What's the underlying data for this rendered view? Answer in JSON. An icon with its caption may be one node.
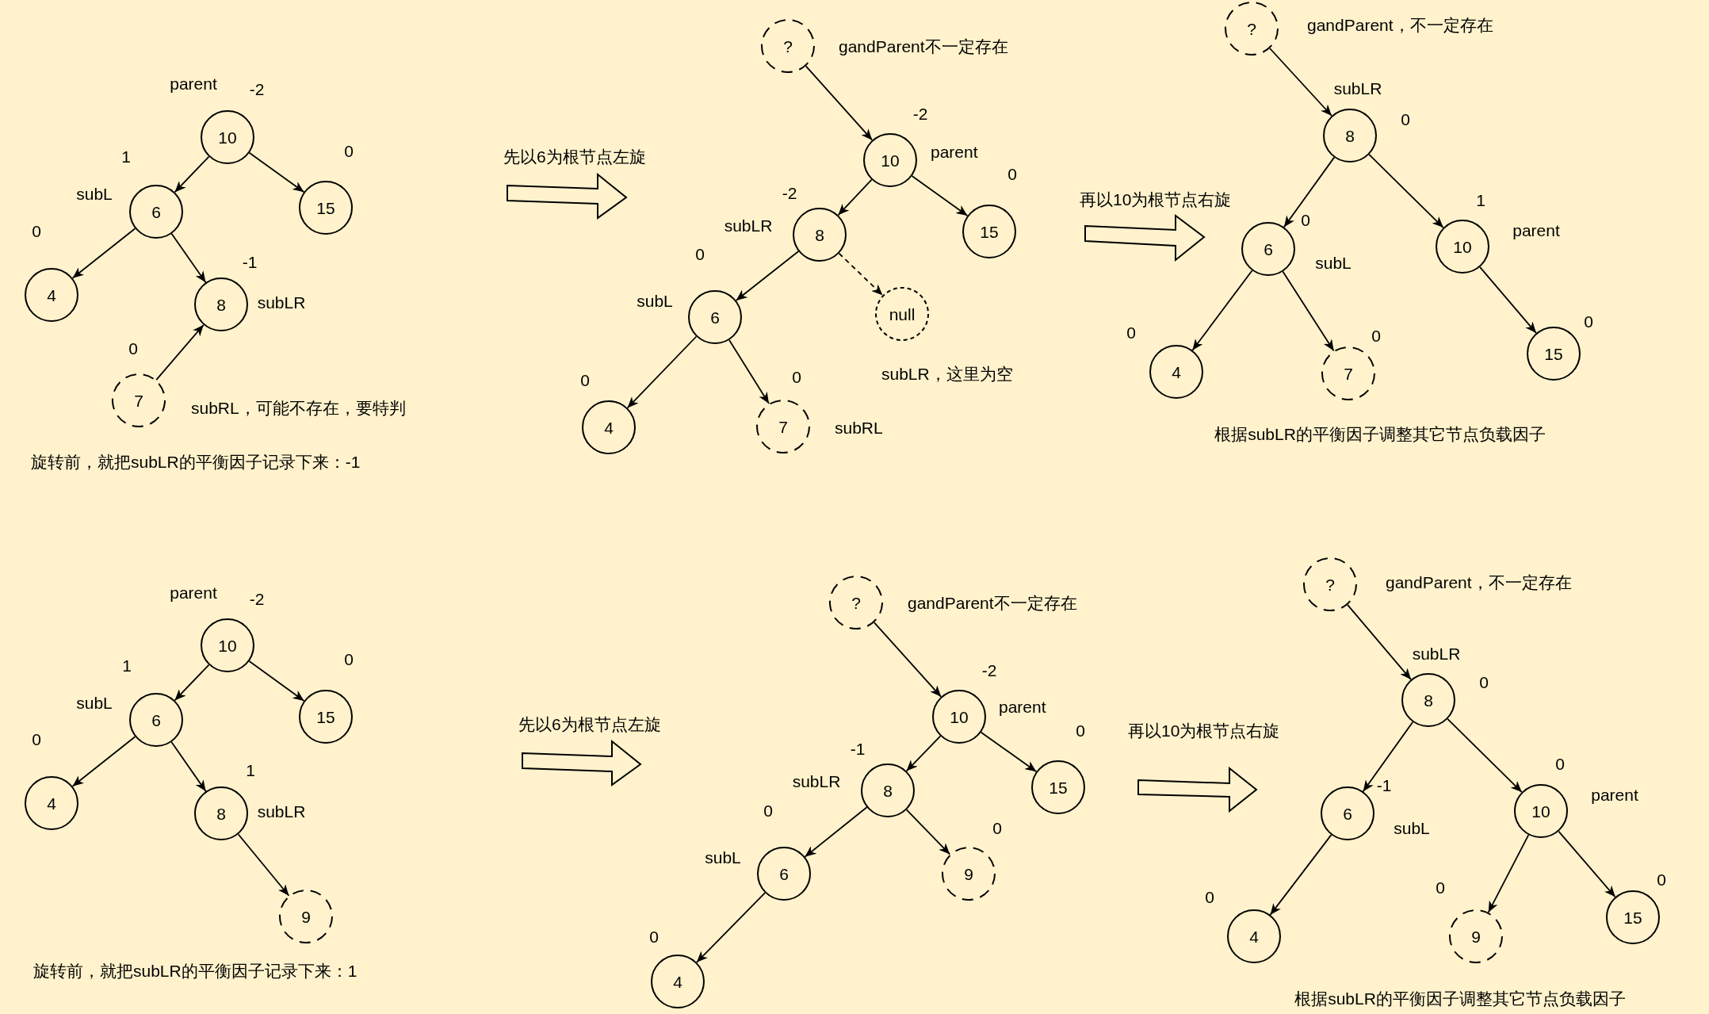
{
  "diagram": {
    "nodes": [
      {
        "text": [
          "10"
        ],
        "beside": [
          "parent",
          "-2"
        ]
      },
      {
        "text": [
          "6"
        ],
        "beside": [
          "1",
          "subL"
        ]
      },
      {
        "text": [
          "15"
        ],
        "beside": [
          "0"
        ]
      },
      {
        "text": [
          "4"
        ],
        "beside": [
          "0"
        ]
      },
      {
        "text": [
          "8"
        ],
        "beside": [
          "-1",
          "subLR"
        ]
      },
      {
        "text": [
          "7"
        ],
        "beside": [
          "0",
          "subRL，可能不存在，要特判"
        ]
      },
      {
        "text": [
          "?"
        ],
        "beside": [
          "gandParent不一定存在"
        ]
      },
      {
        "text": [
          "10"
        ],
        "beside": [
          "-2",
          "parent"
        ]
      },
      {
        "text": [
          "8"
        ],
        "beside": [
          "-2",
          "subLR"
        ]
      },
      {
        "text": [
          "15"
        ],
        "beside": [
          "0"
        ]
      },
      {
        "text": [
          "6"
        ],
        "beside": [
          "0",
          "subL"
        ]
      },
      {
        "text": [
          "null"
        ],
        "beside": [
          "subLR，这里为空"
        ]
      },
      {
        "text": [
          "4"
        ],
        "beside": [
          "0"
        ]
      },
      {
        "text": [
          "7"
        ],
        "beside": [
          "0",
          "subRL"
        ]
      },
      {
        "text": [
          "?"
        ],
        "beside": [
          "gandParent，不一定存在"
        ]
      },
      {
        "text": [
          "8"
        ],
        "beside": [
          "subLR",
          "0"
        ]
      },
      {
        "text": [
          "6"
        ],
        "beside": [
          "0",
          "subL"
        ]
      },
      {
        "text": [
          "10"
        ],
        "beside": [
          "1",
          "parent"
        ]
      },
      {
        "text": [
          "4"
        ],
        "beside": [
          "0"
        ]
      },
      {
        "text": [
          "7"
        ],
        "beside": [
          "0"
        ]
      },
      {
        "text": [
          "15"
        ],
        "beside": [
          "0"
        ]
      },
      {
        "text": [
          "10"
        ],
        "beside": [
          "parent",
          "-2"
        ]
      },
      {
        "text": [
          "6"
        ],
        "beside": [
          "1",
          "subL"
        ]
      },
      {
        "text": [
          "15"
        ],
        "beside": [
          "0"
        ]
      },
      {
        "text": [
          "4"
        ],
        "beside": [
          "0"
        ]
      },
      {
        "text": [
          "8"
        ],
        "beside": [
          "1",
          "subLR"
        ]
      },
      {
        "text": [
          "9"
        ]
      },
      {
        "text": [
          "?"
        ],
        "beside": [
          "gandParent不一定存在"
        ]
      },
      {
        "text": [
          "10"
        ],
        "beside": [
          "-2",
          "parent"
        ]
      },
      {
        "text": [
          "8"
        ],
        "beside": [
          "-1",
          "subLR"
        ]
      },
      {
        "text": [
          "15"
        ],
        "beside": [
          "0"
        ]
      },
      {
        "text": [
          "6"
        ],
        "beside": [
          "0",
          "subL"
        ]
      },
      {
        "text": [
          "9"
        ],
        "beside": [
          "0"
        ]
      },
      {
        "text": [
          "4"
        ],
        "beside": [
          "0"
        ]
      },
      {
        "text": [
          "?"
        ],
        "beside": [
          "gandParent，不一定存在"
        ]
      },
      {
        "text": [
          "8"
        ],
        "beside": [
          "subLR",
          "0"
        ]
      },
      {
        "text": [
          "6"
        ],
        "beside": [
          "-1",
          "subL"
        ]
      },
      {
        "text": [
          "10"
        ],
        "beside": [
          "0",
          "parent"
        ]
      },
      {
        "text": [
          "4"
        ],
        "beside": [
          "0"
        ]
      },
      {
        "text": [
          "9"
        ],
        "beside": [
          "0"
        ]
      },
      {
        "text": [
          "15"
        ],
        "beside": [
          "0"
        ]
      }
    ],
    "edges": [
      {
        "from": 0,
        "to": 1,
        "arrow": "to"
      },
      {
        "from": 0,
        "to": 2,
        "arrow": "to"
      },
      {
        "from": 1,
        "to": 3,
        "arrow": "to"
      },
      {
        "from": 1,
        "to": 4,
        "arrow": "to"
      },
      {
        "from": 5,
        "to": 4,
        "arrow": "to"
      },
      {
        "from": 6,
        "to": 7,
        "arrow": "to"
      },
      {
        "from": 7,
        "to": 8,
        "arrow": "to"
      },
      {
        "from": 7,
        "to": 9,
        "arrow": "to"
      },
      {
        "from": 8,
        "to": 10,
        "arrow": "to"
      },
      {
        "from": 8,
        "to": 11,
        "arrow": "to",
        "style": "dashed"
      },
      {
        "from": 10,
        "to": 12,
        "arrow": "to"
      },
      {
        "from": 10,
        "to": 13,
        "arrow": "to"
      },
      {
        "from": 14,
        "to": 15,
        "arrow": "to"
      },
      {
        "from": 15,
        "to": 16,
        "arrow": "to"
      },
      {
        "from": 15,
        "to": 17,
        "arrow": "to"
      },
      {
        "from": 16,
        "to": 18,
        "arrow": "to"
      },
      {
        "from": 16,
        "to": 19,
        "arrow": "to"
      },
      {
        "from": 17,
        "to": 20,
        "arrow": "to"
      },
      {
        "from": 21,
        "to": 22,
        "arrow": "to"
      },
      {
        "from": 21,
        "to": 23,
        "arrow": "to"
      },
      {
        "from": 22,
        "to": 24,
        "arrow": "to"
      },
      {
        "from": 22,
        "to": 25,
        "arrow": "to"
      },
      {
        "from": 25,
        "to": 26,
        "arrow": "to"
      },
      {
        "from": 27,
        "to": 28,
        "arrow": "to"
      },
      {
        "from": 28,
        "to": 29,
        "arrow": "to"
      },
      {
        "from": 28,
        "to": 30,
        "arrow": "to"
      },
      {
        "from": 29,
        "to": 31,
        "arrow": "to"
      },
      {
        "from": 29,
        "to": 32,
        "arrow": "to"
      },
      {
        "from": 31,
        "to": 33,
        "arrow": "to"
      },
      {
        "from": 34,
        "to": 35,
        "arrow": "to"
      },
      {
        "from": 35,
        "to": 36,
        "arrow": "to"
      },
      {
        "from": 35,
        "to": 37,
        "arrow": "to"
      },
      {
        "from": 36,
        "to": 38,
        "arrow": "to"
      },
      {
        "from": 37,
        "to": 39,
        "arrow": "to"
      },
      {
        "from": 37,
        "to": 40,
        "arrow": "to"
      }
    ],
    "labels": [
      "先以6为根节点左旋",
      "再以10为根节点右旋",
      "旋转前，就把subLR的平衡因子记录下来：-1",
      "根据subLR的平衡因子调整其它节点负载因子",
      "先以6为根节点左旋",
      "再以10为根节点右旋",
      "旋转前，就把subLR的平衡因子记录下来：1",
      "根据subLR的平衡因子调整其它节点负载因子"
    ]
  }
}
